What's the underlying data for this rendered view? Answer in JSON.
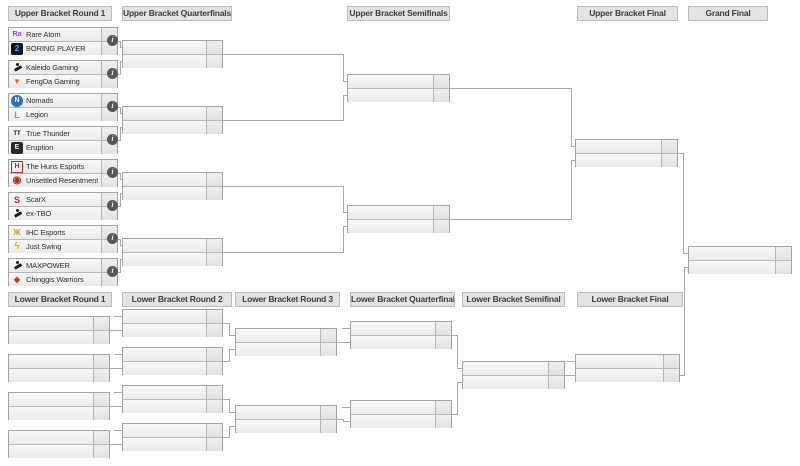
{
  "info_label": "i",
  "colors": {
    "page_bg": "#ffffff",
    "header_bg": "#e3e3e3",
    "header_border": "#bcbcbc",
    "header_text": "#3c3c3c",
    "box_border": "#a2a2a2",
    "row_bg": "#f1f1f1",
    "score_bg": "#e6e6e6",
    "connector": "#a8a8a8",
    "info_bg": "#575757"
  },
  "upper_bracket": {
    "rounds": [
      {
        "label": "Upper Bracket Round 1",
        "matches": [
          {
            "has_info": true,
            "team1": {
              "name": "Rare Atom",
              "icon": "rare-atom-logo",
              "glyph": "Ra",
              "fg": "#8a45d6",
              "size": 7
            },
            "team2": {
              "name": "BORING PLAYER",
              "icon": "boring-player-logo",
              "glyph": "2",
              "fg": "#3cb4f0",
              "bg": "#14141e",
              "radius": "2px",
              "size": 8
            }
          },
          {
            "has_info": true,
            "team1": {
              "name": "Kaleido Gaming",
              "icon": "kaleido-gaming-logo",
              "runner": true
            },
            "team2": {
              "name": "FengDa Gaming",
              "icon": "fengda-gaming-logo",
              "glyph": "▼",
              "fg": "#e8681c",
              "size": 8
            }
          },
          {
            "has_info": true,
            "team1": {
              "name": "Nomads",
              "icon": "nomads-logo",
              "glyph": "N",
              "fg": "#ffffff",
              "bg": "#2e6fae",
              "radius": "50%",
              "size": 7
            },
            "team2": {
              "name": "Legion",
              "icon": "legion-logo",
              "glyph": "L",
              "fg": "#2ed24f",
              "size": 9
            }
          },
          {
            "has_info": true,
            "team1": {
              "name": "True Thunder",
              "icon": "true-thunder-logo",
              "glyph": "TT",
              "fg": "#141414",
              "size": 6
            },
            "team2": {
              "name": "Eruption",
              "icon": "eruption-logo",
              "glyph": "E",
              "fg": "#f2f2f2",
              "bg": "#2a2a2a",
              "radius": "2px",
              "size": 7
            }
          },
          {
            "has_info": true,
            "team1": {
              "name": "The Huns Esports",
              "icon": "the-huns-esports-logo",
              "glyph": "H",
              "fg": "#c22a28",
              "border": "#c22a28",
              "size": 7
            },
            "team2": {
              "name": "Unsettled Resentment",
              "icon": "unsettled-resentment-logo",
              "glyph": "◉",
              "fg": "#b32622",
              "size": 10
            }
          },
          {
            "has_info": true,
            "team1": {
              "name": "ScarX",
              "icon": "scarx-logo",
              "glyph": "S",
              "fg": "#d0202a",
              "size": 9
            },
            "team2": {
              "name": "ex-TBO",
              "icon": "ex-tbo-logo",
              "runner": true
            }
          },
          {
            "has_info": true,
            "team1": {
              "name": "IHC Esports",
              "icon": "ihc-esports-logo",
              "glyph": "Ж",
              "fg": "#c59a2e",
              "size": 8
            },
            "team2": {
              "name": "Just Swing",
              "icon": "just-swing-logo",
              "glyph": "ϟ",
              "fg": "#e9a71a",
              "size": 10
            }
          },
          {
            "has_info": true,
            "team1": {
              "name": "MAXPOWER",
              "icon": "maxpower-logo",
              "runner": true
            },
            "team2": {
              "name": "Chinggis Warriors",
              "icon": "chinggis-warriors-logo",
              "glyph": "◆",
              "fg": "#c23828",
              "size": 8
            }
          }
        ]
      },
      {
        "label": "Upper Bracket Quarterfinals",
        "matches": [
          {},
          {},
          {},
          {}
        ]
      },
      {
        "label": "Upper Bracket Semifinals",
        "matches": [
          {},
          {}
        ]
      },
      {
        "label": "Upper Bracket Final",
        "matches": [
          {}
        ]
      },
      {
        "label": "Grand Final",
        "matches": [
          {}
        ]
      }
    ]
  },
  "lower_bracket": {
    "rounds": [
      {
        "label": "Lower Bracket Round 1",
        "matches": [
          {},
          {},
          {},
          {}
        ]
      },
      {
        "label": "Lower Bracket Round 2",
        "matches": [
          {},
          {},
          {},
          {}
        ]
      },
      {
        "label": "Lower Bracket Round 3",
        "matches": [
          {},
          {}
        ]
      },
      {
        "label": "Lower Bracket Quarterfinals",
        "matches": [
          {},
          {}
        ]
      },
      {
        "label": "Lower Bracket Semifinal",
        "matches": [
          {}
        ]
      },
      {
        "label": "Lower Bracket Final",
        "matches": [
          {}
        ]
      }
    ]
  }
}
